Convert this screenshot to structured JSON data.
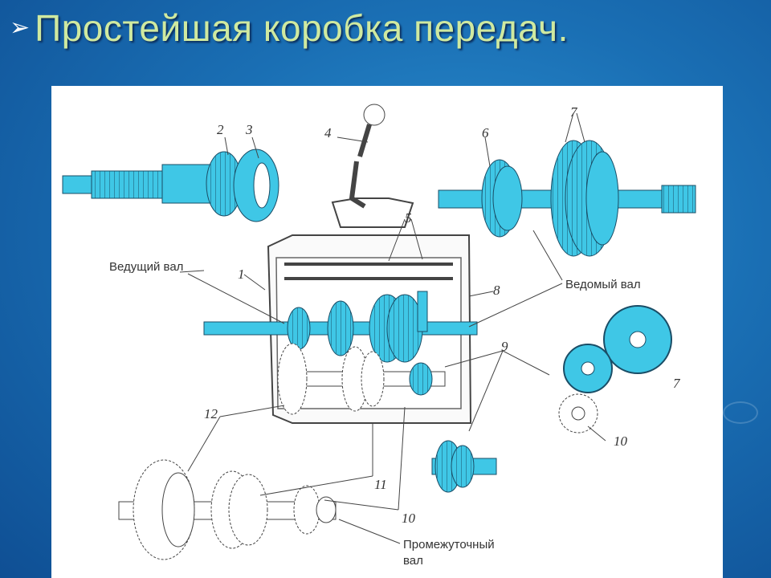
{
  "slide": {
    "title": "Простейшая коробка передач.",
    "bullet_icon": "arrow-bullet-icon"
  },
  "colors": {
    "background": "#1a6fb4",
    "title": "#cfe9a0",
    "part_fill": "#3fc7e6",
    "part_stroke": "#1a4d66",
    "outline": "#444444"
  },
  "labels": {
    "driving_shaft": "Ведущий вал",
    "driven_shaft": "Ведомый вал",
    "intermediate_shaft_1": "Промежуточный",
    "intermediate_shaft_2": "вал"
  },
  "numbers": [
    "1",
    "2",
    "3",
    "4",
    "5",
    "6",
    "7",
    "8",
    "9",
    "10",
    "11",
    "12",
    "7",
    "10"
  ]
}
